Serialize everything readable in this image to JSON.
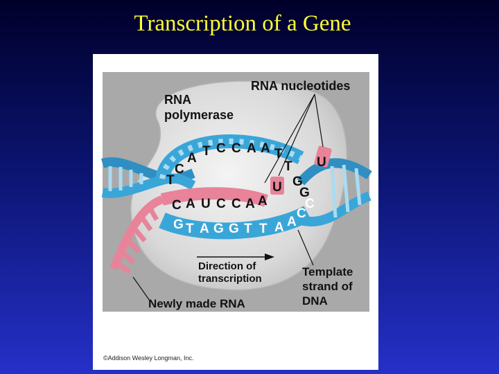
{
  "slide": {
    "title": "Transcription of a Gene"
  },
  "figure": {
    "labels": {
      "rna_nucleotides": "RNA nucleotides",
      "rna_polymerase_line1": "RNA",
      "rna_polymerase_line2": "polymerase",
      "direction_line1": "Direction of",
      "direction_line2": "transcription",
      "template_line1": "Template",
      "template_line2": "strand of",
      "template_line3": "DNA",
      "newly_made_rna": "Newly made RNA"
    },
    "top_strand_bases": [
      "T",
      "C",
      "A",
      "T",
      "C",
      "C",
      "A",
      "A",
      "T",
      "T",
      "G",
      "G"
    ],
    "rna_strand_bases": [
      "C",
      "A",
      "U",
      "C",
      "C",
      "A",
      "A"
    ],
    "incoming_nucleotides": [
      "U",
      "U"
    ],
    "template_strand_bases": [
      "G",
      "T",
      "A",
      "G",
      "G",
      "T",
      "T",
      "A",
      "A",
      "C",
      "C"
    ],
    "copyright": "©Addison Wesley Longman, Inc.",
    "colors": {
      "dna_blue": "#3aa6d8",
      "dna_light": "#a9dcf2",
      "rna_pink": "#e8839a",
      "polymerase_gray": "#dedede",
      "background": "#a9a9a9"
    }
  }
}
